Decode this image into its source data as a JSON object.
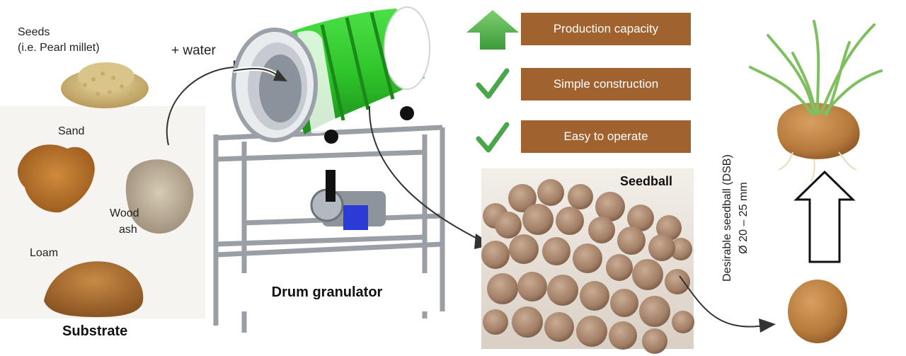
{
  "substrate": {
    "seeds_label": "Seeds",
    "seeds_example": "(i.e. Pearl millet)",
    "sand_label": "Sand",
    "wood_ash_line1": "Wood",
    "wood_ash_line2": "ash",
    "loam_label": "Loam",
    "title": "Substrate"
  },
  "granulator": {
    "water_label": "+ water",
    "title": "Drum granulator"
  },
  "benefits": [
    {
      "icon": "up-arrow-icon",
      "label": "Production capacity"
    },
    {
      "icon": "checkmark-icon",
      "label": "Simple construction"
    },
    {
      "icon": "checkmark-icon",
      "label": "Easy to operate"
    }
  ],
  "seedball": {
    "title": "Seedball"
  },
  "result": {
    "dsb_line1": "Desirable seedball (DSB)",
    "dsb_line2": "Ø 20 – 25 mm"
  },
  "colors": {
    "drum_green": "#2fc62b",
    "box_brown": "#a0622f",
    "arrow_green": "#5fb65a",
    "check_green": "#4aa64a"
  }
}
